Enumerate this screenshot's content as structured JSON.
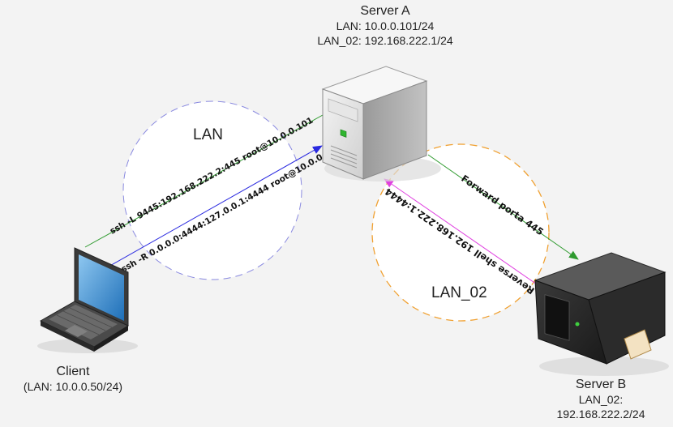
{
  "server_a": {
    "name": "Server A",
    "lan": "LAN: 10.0.0.101/24",
    "lan02": "LAN_02: 192.168.222.1/24"
  },
  "client": {
    "name": "Client",
    "lan": "(LAN: 10.0.0.50/24)"
  },
  "server_b": {
    "name": "Server B",
    "lan02_line1": "LAN_02:",
    "lan02_line2": "192.168.222.2/24"
  },
  "networks": {
    "lan": "LAN",
    "lan02": "LAN_02"
  },
  "connections": {
    "local_forward": "ssh -L 9445:192.168.222.2:445 root@10.0.0.101",
    "remote_forward": "ssh -R 0.0.0.0:4444:127.0.0.1:4444 root@10.0.0.101",
    "forward_port": "Forward porta 445",
    "reverse_shell": "Reverse shell 192.168.222.1:4444"
  },
  "colors": {
    "background": "#f3f3f3",
    "lan_circle_stroke": "#8a8ae0",
    "lan02_circle_stroke": "#f0a030",
    "local_forward_line": "#2e9a2e",
    "remote_forward_line": "#2a2ae0",
    "forward_port_line": "#2e9a2e",
    "reverse_shell_line": "#e040e0"
  }
}
